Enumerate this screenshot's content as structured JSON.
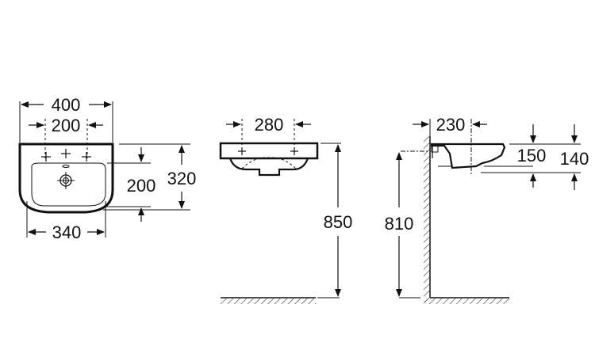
{
  "watermark": "",
  "front_view": {
    "overall_width": "400",
    "tap_spacing": "200",
    "bowl_width": "340",
    "overall_depth": "320",
    "bowl_depth": "200"
  },
  "elevation_view": {
    "tap_spacing": "280",
    "mounting_height": "850"
  },
  "side_view": {
    "projection": "230",
    "bowl_height": "150",
    "rim_height": "140",
    "waste_height": "810"
  },
  "colors": {
    "line": "#111111",
    "background": "#ffffff"
  }
}
